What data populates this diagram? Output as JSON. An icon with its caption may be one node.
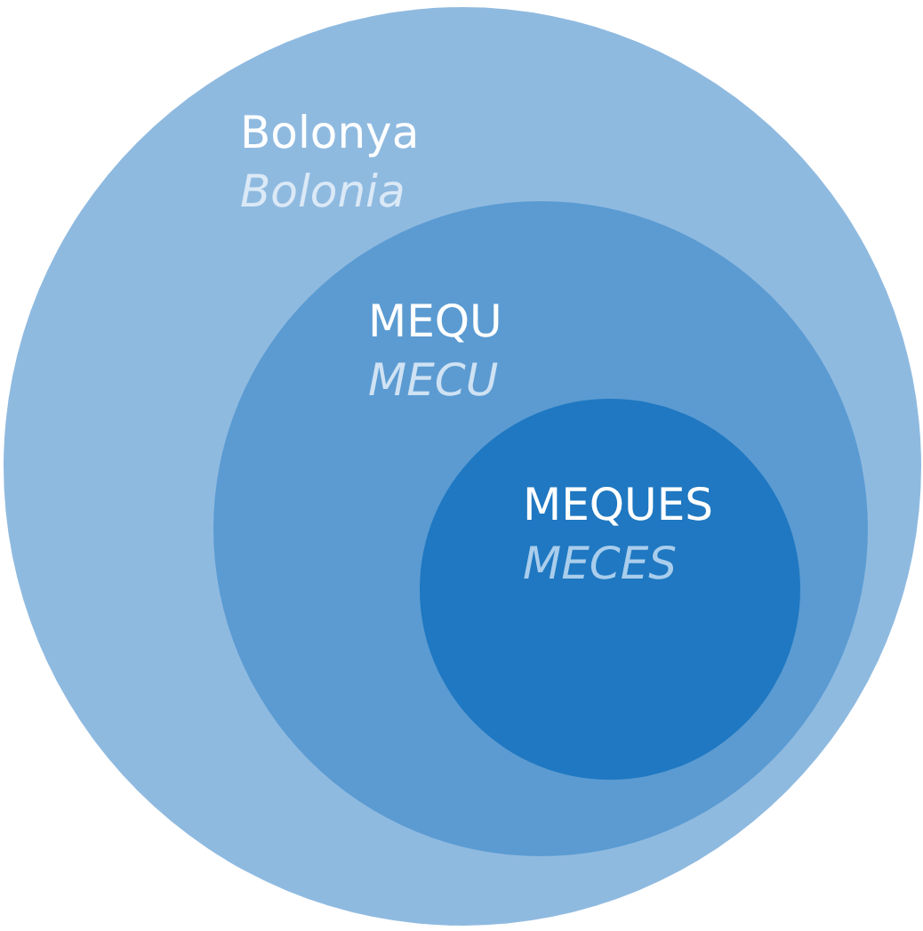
{
  "diagram": {
    "nodes": [
      {
        "text": [
          "Bolonya",
          "Bolonia"
        ]
      },
      {
        "text": [
          "MEQU",
          "MECU"
        ],
        "in": 0
      },
      {
        "text": [
          "MEQUES",
          "MECES"
        ],
        "in": 1
      }
    ]
  }
}
